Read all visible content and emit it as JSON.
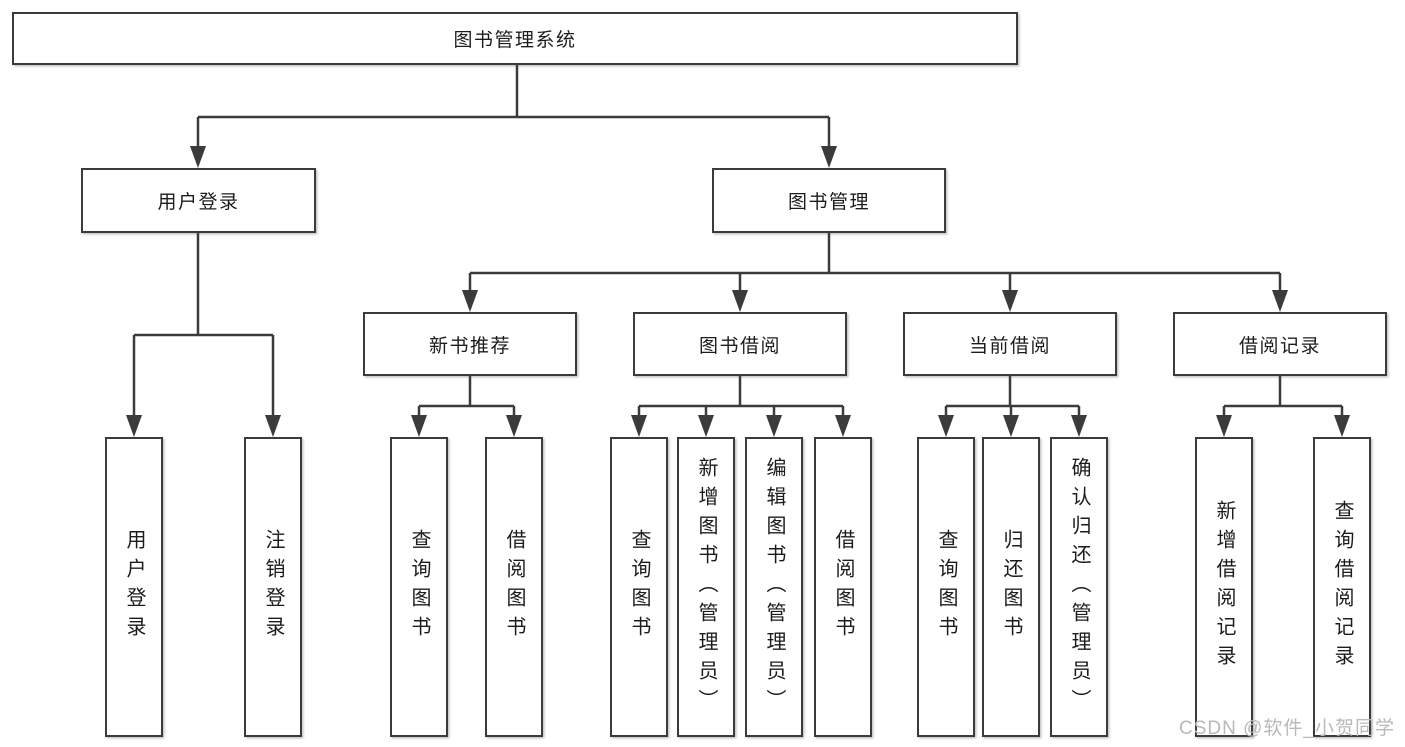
{
  "tree": {
    "label": "图书管理系统",
    "children": [
      {
        "label": "用户登录",
        "children": [
          {
            "label": "用户登录"
          },
          {
            "label": "注销登录"
          }
        ]
      },
      {
        "label": "图书管理",
        "children": [
          {
            "label": "新书推荐",
            "children": [
              {
                "label": "查询图书"
              },
              {
                "label": "借阅图书"
              }
            ]
          },
          {
            "label": "图书借阅",
            "children": [
              {
                "label": "查询图书"
              },
              {
                "label": "新增图书（管理员）"
              },
              {
                "label": "编辑图书（管理员）"
              },
              {
                "label": "借阅图书"
              }
            ]
          },
          {
            "label": "当前借阅",
            "children": [
              {
                "label": "查询图书"
              },
              {
                "label": "归还图书"
              },
              {
                "label": "确认归还（管理员）"
              }
            ]
          },
          {
            "label": "借阅记录",
            "children": [
              {
                "label": "新增借阅记录"
              },
              {
                "label": "查询借阅记录"
              }
            ]
          }
        ]
      }
    ]
  },
  "watermark": {
    "text": "CSDN @软件_小贺同学"
  },
  "colors": {
    "line": "#3b3b3b",
    "box_border": "#3b3b3b",
    "box_fill": "#ffffff",
    "text": "#1c1c1c",
    "watermark": "#b9b9b9",
    "background": "#ffffff"
  }
}
